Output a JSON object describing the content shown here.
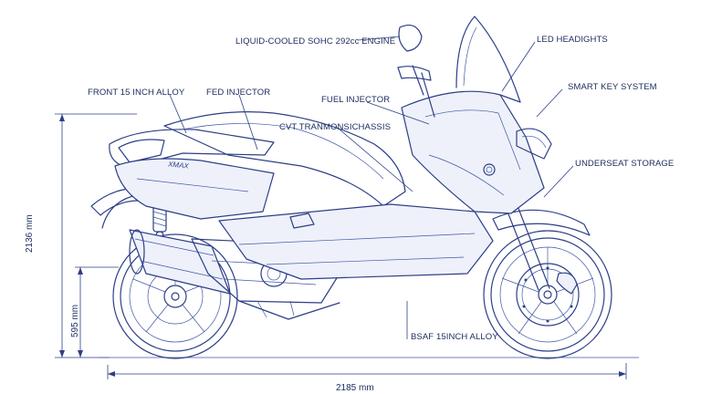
{
  "labels": {
    "engine": "LIQUID-COOLED SOHC 292cc ENGINE",
    "led_headlights": "LED HEADIGHTS",
    "front_alloy": "FRONT 15 INCH ALLOY",
    "fed_injector": "FED INJECTOR",
    "fuel_injector": "FUEL INJECTOR",
    "smart_key": "SMART KEY SYSTEM",
    "cvt_chassis": "CVT TRANMONSICHASSIS",
    "underseat_storage": "UNDERSEAT STORAGE",
    "rear_alloy": "BSAF 15INCH ALLOY"
  },
  "dimensions": {
    "overall_height": "2136 mm",
    "seat_height": "595 mm",
    "overall_length": "2185 mm"
  },
  "branding": {
    "body_badge": "XMAX"
  },
  "colors": {
    "ink": "#2c3f86",
    "text": "#1a2b5e",
    "background": "#ffffff"
  }
}
